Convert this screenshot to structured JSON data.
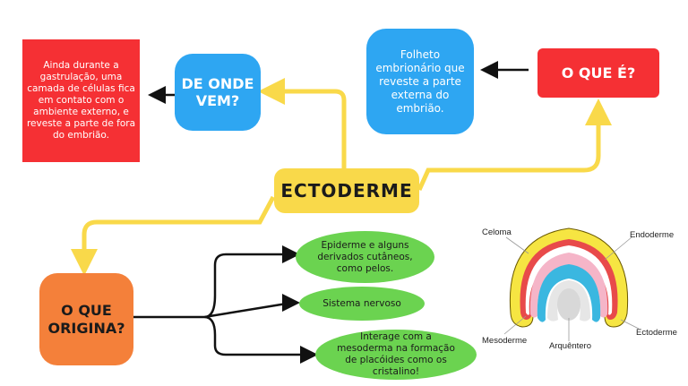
{
  "center": {
    "label": "ECTODERME"
  },
  "where_from": {
    "title": "DE ONDE VEM?",
    "answer": "Ainda durante a gastrulação, uma camada de células fica em contato com o ambiente externo, e reveste a parte de fora do embrião."
  },
  "what_is": {
    "title": "O QUE É?",
    "answer": "Folheto embrionário que reveste a parte externa do embrião."
  },
  "originates": {
    "title": "O QUE ORIGINA?",
    "items": [
      "Epiderme e alguns derivados cutâneos, como pelos.",
      "Sistema nervoso",
      "Interage com a mesoderma na formação de placóides como os cristalino!"
    ]
  },
  "embryo_figure": {
    "labels": {
      "celoma": "Celoma",
      "endoderme": "Endoderme",
      "mesoderme": "Mesoderme",
      "arquentero": "Arquêntero",
      "ectoderme": "Ectoderme"
    }
  },
  "colors": {
    "red": "#f53034",
    "blue": "#2ea6f2",
    "yellow": "#f9d94a",
    "orange": "#f4803a",
    "green": "#6bd350"
  }
}
